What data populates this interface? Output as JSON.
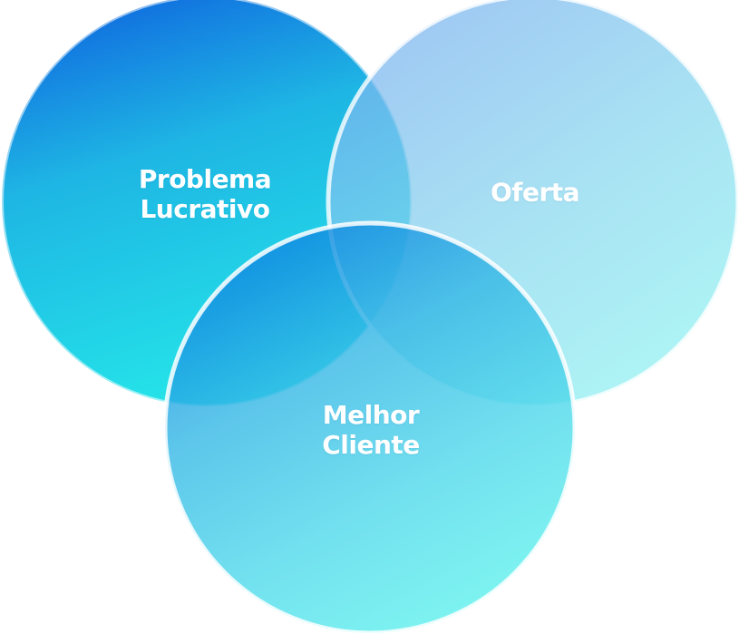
{
  "diagram": {
    "circles": [
      {
        "id": "problem",
        "lines": [
          "Problema",
          "Lucrativo"
        ]
      },
      {
        "id": "offer",
        "lines": [
          "Oferta"
        ]
      },
      {
        "id": "client",
        "lines": [
          "Melhor",
          "Cliente"
        ]
      }
    ],
    "colors": {
      "deep_blue": "#0a6fdf",
      "cyan": "#1ad8e8",
      "light_sky": "#86c0ef",
      "aqua": "#8ef5f2",
      "mint": "#5ff4ec",
      "border": "#ffffff",
      "label": "#ffffff"
    }
  }
}
